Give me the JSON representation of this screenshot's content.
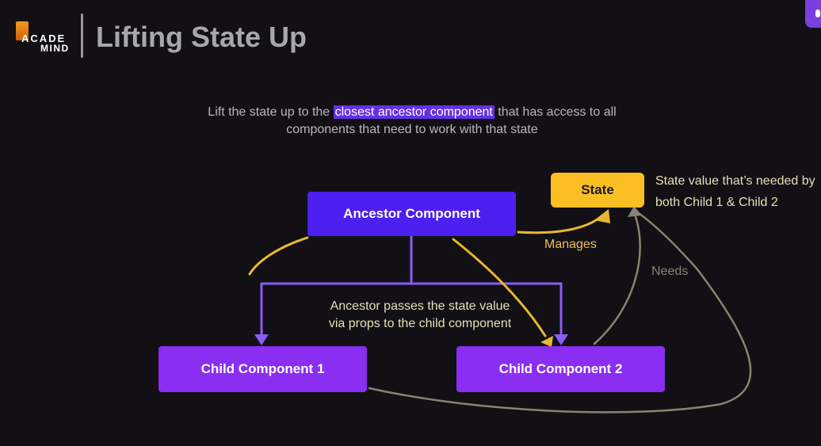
{
  "header": {
    "logo_line1": "ACADE",
    "logo_line2": "MIND",
    "title": "Lifting State Up"
  },
  "intro": {
    "before": "Lift the state up to the ",
    "highlight": "closest ancestor component",
    "after": " that has access to all components that need to work with that state"
  },
  "nodes": {
    "ancestor": "Ancestor Component",
    "state": "State",
    "child1": "Child Component 1",
    "child2": "Child Component 2"
  },
  "annotations": {
    "state_note_1": "State value that’s needed by",
    "state_note_2": "both Child 1 & Child 2",
    "manages": "Manages",
    "needs": "Needs",
    "props_1": "Ancestor passes the state value",
    "props_2": "via props to the child component"
  },
  "colors": {
    "background": "#121015",
    "ancestor": "#4d1ff0",
    "child": "#8a2ef2",
    "state": "#fbbf24",
    "connector": "#8b5cf6",
    "manages_arrow": "#e8b830",
    "needs_arrow": "#8a8270"
  }
}
